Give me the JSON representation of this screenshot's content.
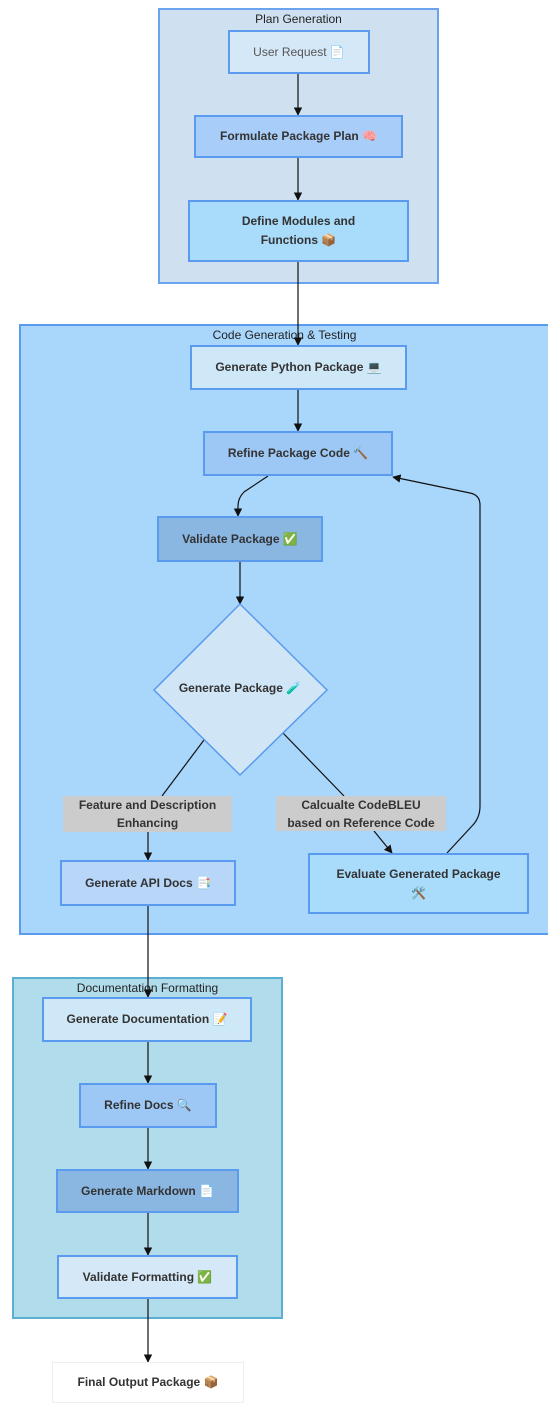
{
  "clusters": {
    "plan": "Plan Generation",
    "code": "Code Generation & Testing",
    "docs": "Documentation Formatting"
  },
  "nodes": {
    "user_request": "User Request 📄",
    "formulate_plan": "Formulate Package Plan 🧠",
    "define_modules": "Define Modules and Functions 📦",
    "generate_python": "Generate Python Package 💻",
    "refine_code": "Refine Package Code 🔨",
    "validate_package": "Validate Package ✅",
    "generate_package": "Generate Package 🧪",
    "generate_api_docs": "Generate API Docs 📑",
    "evaluate_generated": "Evaluate Generated Package 🛠️",
    "generate_documentation": "Generate Documentation 📝",
    "refine_docs": "Refine Docs 🔍",
    "generate_markdown": "Generate Markdown 📄",
    "validate_formatting": "Validate Formatting ✅",
    "final_output": "Final Output Package 📦"
  },
  "edge_labels": {
    "feature_enhancing": "Feature and Description Enhancing",
    "codebleu": "Calcualte CodeBLEU based on Reference Code"
  },
  "colors": {
    "plan_cluster_bg": "#cfe0f0",
    "code_cluster_bg": "#a9d6fb",
    "docs_cluster_bg": "#b1dceb",
    "border": "#5b9bef",
    "edge": "#111111"
  }
}
